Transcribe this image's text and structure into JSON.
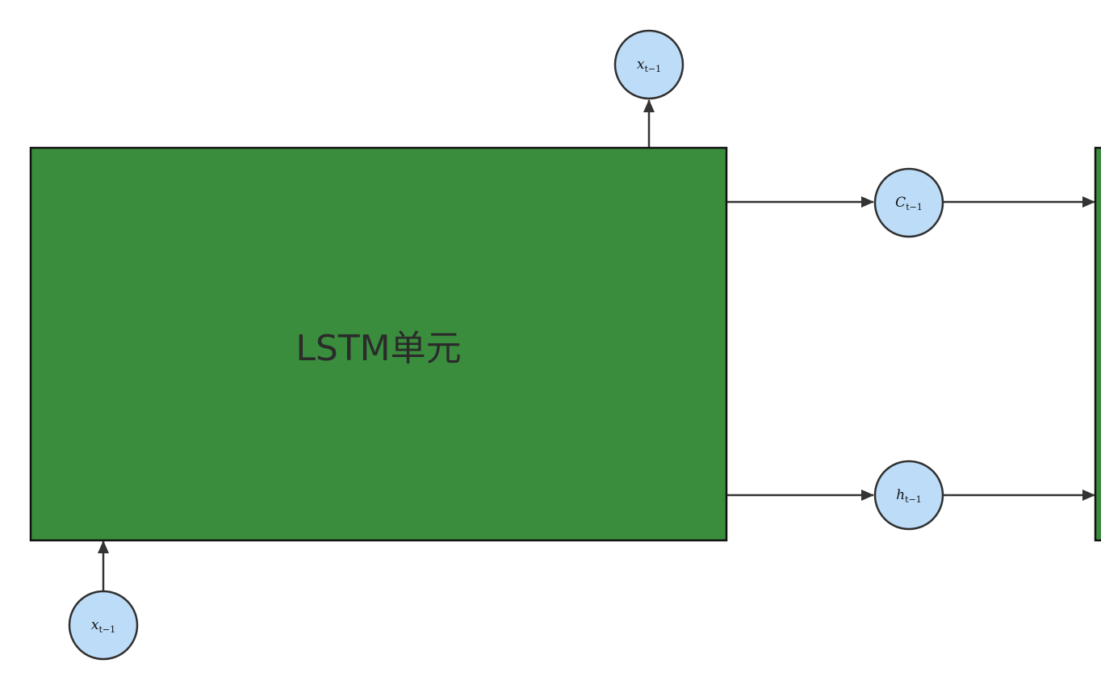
{
  "cell": {
    "label": "LSTM单元",
    "fill_color": "#3a8d3d",
    "stroke_color": "#111111"
  },
  "nodes": {
    "input": {
      "var": "x",
      "sub": "t−1"
    },
    "output": {
      "var": "x",
      "sub": "t−1"
    },
    "cell_state": {
      "var": "C",
      "sub": "t−1"
    },
    "hidden_state": {
      "var": "h",
      "sub": "t−1"
    }
  },
  "colors": {
    "node_fill": "#bcdcf8",
    "node_stroke": "#2f2f2f",
    "arrow": "#333333"
  }
}
